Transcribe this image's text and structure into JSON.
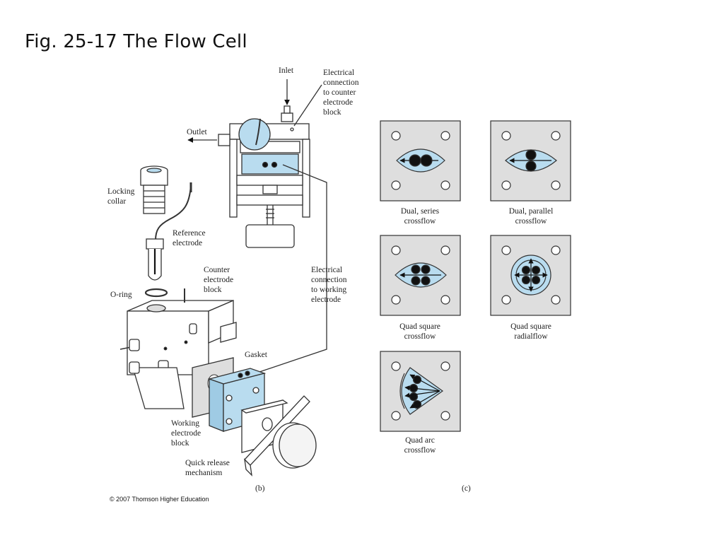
{
  "title": "Fig. 25-17 The Flow Cell",
  "copyright": "© 2007 Thomson Higher Education",
  "colors": {
    "fluid": "#b9dcef",
    "panel": "#dedede",
    "outline": "#333333",
    "electrode": "#111111"
  },
  "part_b": {
    "panel_label": "(b)",
    "labels": {
      "inlet": "Inlet",
      "elec_counter": [
        "Electrical",
        "connection",
        "to counter",
        "electrode",
        "block"
      ],
      "outlet": "Outlet",
      "locking_collar": [
        "Locking",
        "collar"
      ],
      "reference_electrode": [
        "Reference",
        "electrode"
      ],
      "counter_block": [
        "Counter",
        "electrode",
        "block"
      ],
      "elec_working": [
        "Electrical",
        "connection",
        "to working",
        "electrode"
      ],
      "o_ring": "O-ring",
      "gasket": "Gasket",
      "working_block": [
        "Working",
        "electrode",
        "block"
      ],
      "quick_release": [
        "Quick release",
        "mechanism"
      ]
    }
  },
  "part_c": {
    "panel_label": "(c)",
    "configs": [
      {
        "name": "dual-series",
        "caption": [
          "Dual, series",
          "crossflow"
        ]
      },
      {
        "name": "dual-parallel",
        "caption": [
          "Dual, parallel",
          "crossflow"
        ]
      },
      {
        "name": "quad-square-crossflow",
        "caption": [
          "Quad square",
          "crossflow"
        ]
      },
      {
        "name": "quad-square-radialflow",
        "caption": [
          "Quad square",
          "radialflow"
        ]
      },
      {
        "name": "quad-arc",
        "caption": [
          "Quad arc",
          "crossflow"
        ]
      }
    ]
  }
}
